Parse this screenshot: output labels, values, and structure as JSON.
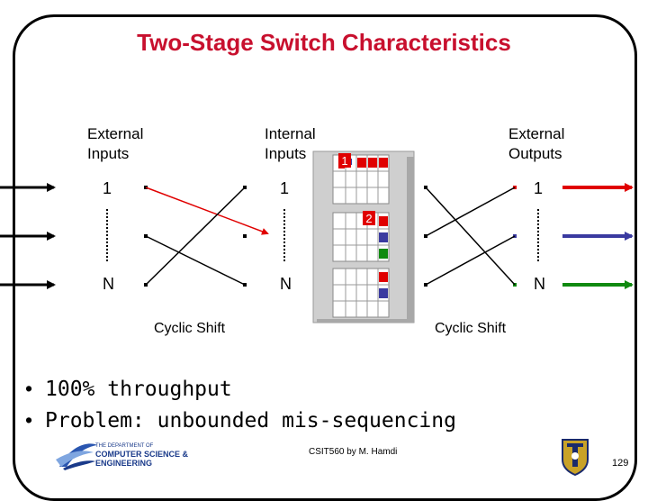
{
  "slide": {
    "title": "Two-Stage Switch Characteristics",
    "footer": "CSIT560 by M. Hamdi",
    "page_number": "129"
  },
  "diagram": {
    "external_inputs_label": [
      "External",
      "Inputs"
    ],
    "internal_inputs_label": [
      "Internal",
      "Inputs"
    ],
    "external_outputs_label": [
      "External",
      "Outputs"
    ],
    "port_first": "1",
    "port_last": "N",
    "cyclic_shift_left": "Cyclic Shift",
    "cyclic_shift_right": "Cyclic Shift",
    "queue_marker_1": "1",
    "queue_marker_2": "2",
    "colors": {
      "red": "#e00000",
      "blue": "#3a3aa0",
      "green": "#108a10",
      "marker": "#e00000"
    }
  },
  "bullets": [
    "100% throughput",
    "Problem: unbounded mis-sequencing"
  ],
  "logo": {
    "line1": "THE DEPARTMENT OF",
    "line2": "COMPUTER SCIENCE &",
    "line3": "ENGINEERING"
  }
}
